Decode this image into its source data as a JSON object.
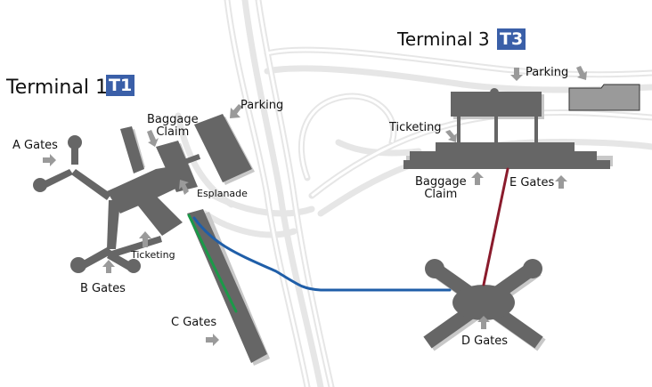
{
  "colors": {
    "building": "#666666",
    "building_shadow": "#c8c8c8",
    "road": "#ececec",
    "road_edge": "#dcdcdc",
    "arrow": "#9a9a9a",
    "badge": "#3a5fa8",
    "tram_blue": "#1f5ea8",
    "tram_green": "#1a9a48",
    "tram_red": "#8a1b2c",
    "parking_lot": "#9a9a9a"
  },
  "terminal1": {
    "title": "Terminal 1",
    "badge": "T1",
    "labels": {
      "a_gates": "A Gates",
      "b_gates": "B Gates",
      "c_gates": "C Gates",
      "baggage_claim": "Baggage Claim",
      "baggage_line1": "Baggage",
      "baggage_line2": "Claim",
      "parking": "Parking",
      "esplanade": "Esplanade",
      "ticketing": "Ticketing"
    }
  },
  "terminal3": {
    "title": "Terminal 3",
    "badge": "T3",
    "labels": {
      "parking": "Parking",
      "ticketing": "Ticketing",
      "baggage_line1": "Baggage",
      "baggage_line2": "Claim",
      "e_gates": "E Gates",
      "d_gates": "D Gates"
    }
  }
}
